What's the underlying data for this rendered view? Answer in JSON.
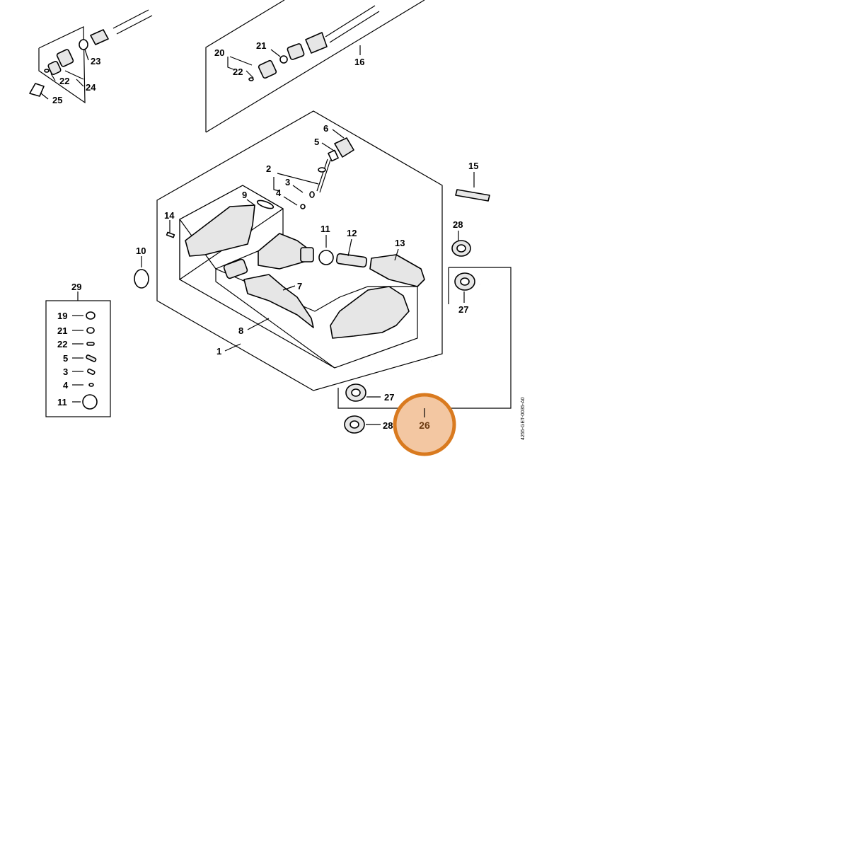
{
  "diagram": {
    "drawing_code": "4255-GET-0035-A0",
    "highlighted_part": "26",
    "highlight_color": "#f3c7a2",
    "highlight_stroke": "#d97a1f",
    "callouts": {
      "c1": "1",
      "c2": "2",
      "c3": "3",
      "c4": "4",
      "c5": "5",
      "c6": "6",
      "c7": "7",
      "c8": "8",
      "c9": "9",
      "c10": "10",
      "c11": "11",
      "c12": "12",
      "c13": "13",
      "c14": "14",
      "c15": "15",
      "c16": "16",
      "c20": "20",
      "c21a": "21",
      "c22a": "22",
      "c22b": "22",
      "c23": "23",
      "c24": "24",
      "c25": "25",
      "c27a": "27",
      "c27b": "27",
      "c28a": "28",
      "c28b": "28",
      "c29": "29"
    },
    "kit29_items": [
      "19",
      "21",
      "22",
      "5",
      "3",
      "4",
      "11"
    ]
  }
}
